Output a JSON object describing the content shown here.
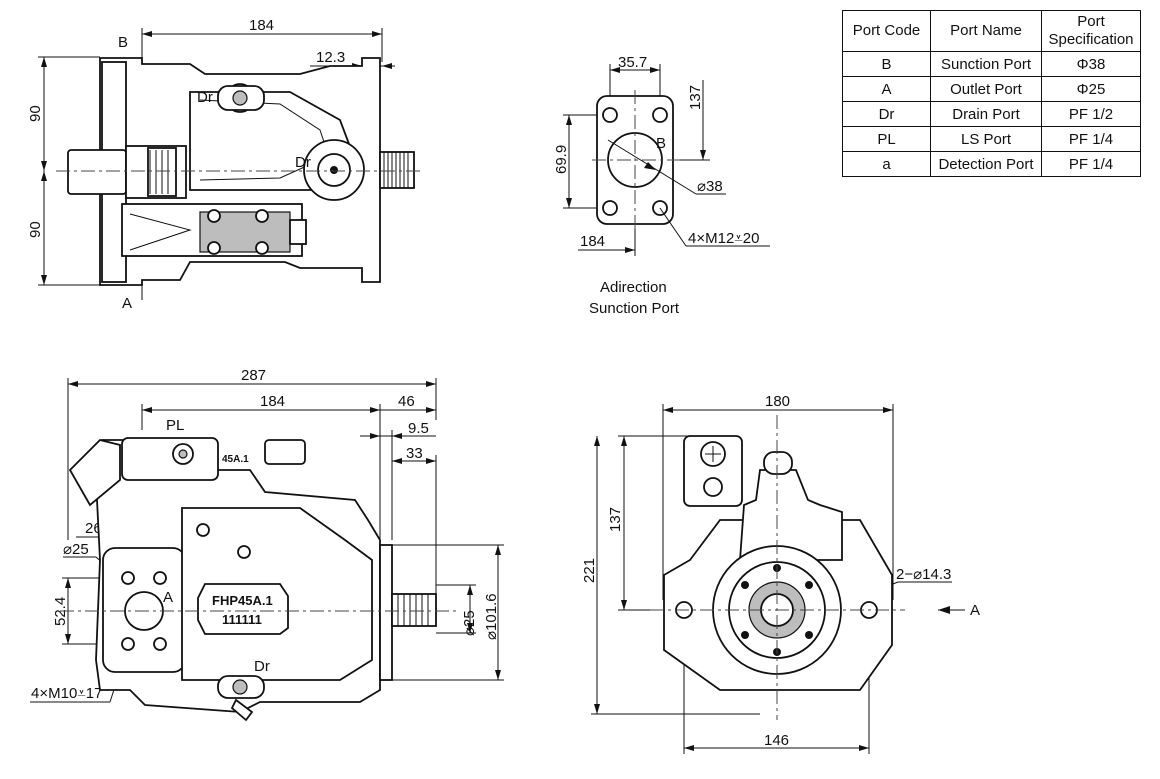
{
  "table": {
    "headers": [
      "Port Code",
      "Port Name",
      "Port Specification"
    ],
    "rows": [
      [
        "B",
        "Sunction Port",
        "Φ38"
      ],
      [
        "A",
        "Outlet Port",
        "Φ25"
      ],
      [
        "Dr",
        "Drain Port",
        "PF 1/2"
      ],
      [
        "PL",
        "LS Port",
        "PF 1/4"
      ],
      [
        "a",
        "Detection Port",
        "PF 1/4"
      ]
    ]
  },
  "top_view": {
    "dim_length": "184",
    "dim_flange": "12.3",
    "dim_upper": "90",
    "dim_lower": "90",
    "label_b": "B",
    "label_a": "A",
    "label_dr1": "Dr",
    "label_dr2": "Dr"
  },
  "port_detail": {
    "dim_width": "35.7",
    "dim_height": "137",
    "dim_bolt": "69.9",
    "dim_left": "184",
    "dim_dia": "⌀38",
    "thread": "4×M12⩡20",
    "label_b": "B",
    "caption_line1": "Adirection",
    "caption_line2": "Sunction Port"
  },
  "side_view": {
    "dim_total": "287",
    "dim_body": "184",
    "dim_46": "46",
    "dim_95": "9.5",
    "dim_33": "33",
    "dim_262": "26.2",
    "dim_dia25_left": "⌀25",
    "dim_524": "52.4",
    "thread": "4×M10⩡17",
    "dim_shaft": "⌀25",
    "dim_pilot": "⌀101.6",
    "label_pl": "PL",
    "label_a": "A",
    "label_dr": "Dr",
    "plate_line1": "FHP45A.1",
    "plate_line2": "111111",
    "stamp": "45A.1"
  },
  "front_view": {
    "dim_width": "180",
    "dim_137": "137",
    "dim_221": "221",
    "dim_holes": "2−⌀14.3",
    "dim_146": "146",
    "label_a": "A"
  }
}
